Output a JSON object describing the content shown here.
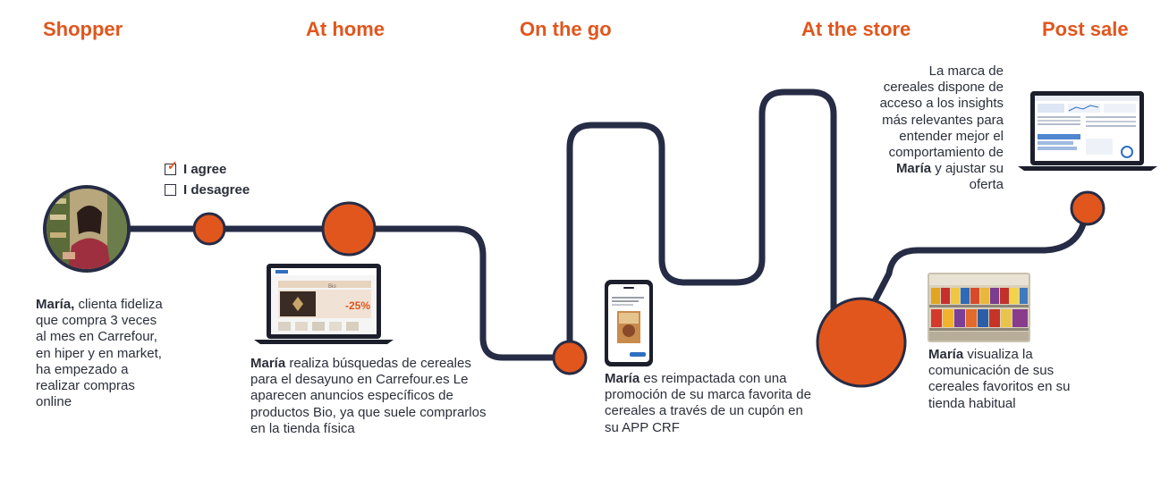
{
  "colors": {
    "accent": "#e0561d",
    "path": "#262c45",
    "text": "#2b2f3a"
  },
  "stages": {
    "shopper": "Shopper",
    "home": "At home",
    "go": "On the go",
    "store": "At the store",
    "post": "Post sale"
  },
  "consent": {
    "agree": "I agree",
    "disagree": "I desagree"
  },
  "shopper_text": {
    "name": "María,",
    "body": " clienta fideliza que compra 3 veces al mes en Carrefour, en hiper y en market, ha empezado a realizar compras online"
  },
  "home_text": {
    "name": "María",
    "body": " realiza búsquedas de cereales para el desayuno en Carrefour.es Le aparecen anuncios específicos de productos Bio, ya que suele comprarlos en la tienda física"
  },
  "go_text": {
    "name": "María",
    "body": " es reimpactada con una promoción de su marca favorita de cereales a través de un cupón en su APP CRF"
  },
  "store_text": {
    "name": "María",
    "body": " visualiza la comunicación de sus cereales favoritos en su tienda habitual"
  },
  "post_text": {
    "before": "La marca de cereales dispone de acceso a los insights más relevantes para entender mejor el comportamiento de ",
    "name": "María",
    "after": " y ajustar su oferta"
  },
  "screens": {
    "home_banner": "-25%",
    "home_tag": "Bio"
  },
  "icons": [
    "shopper-avatar",
    "laptop-icon",
    "phone-icon",
    "store-shelf-photo",
    "dashboard-laptop-icon",
    "checkbox-icon"
  ]
}
